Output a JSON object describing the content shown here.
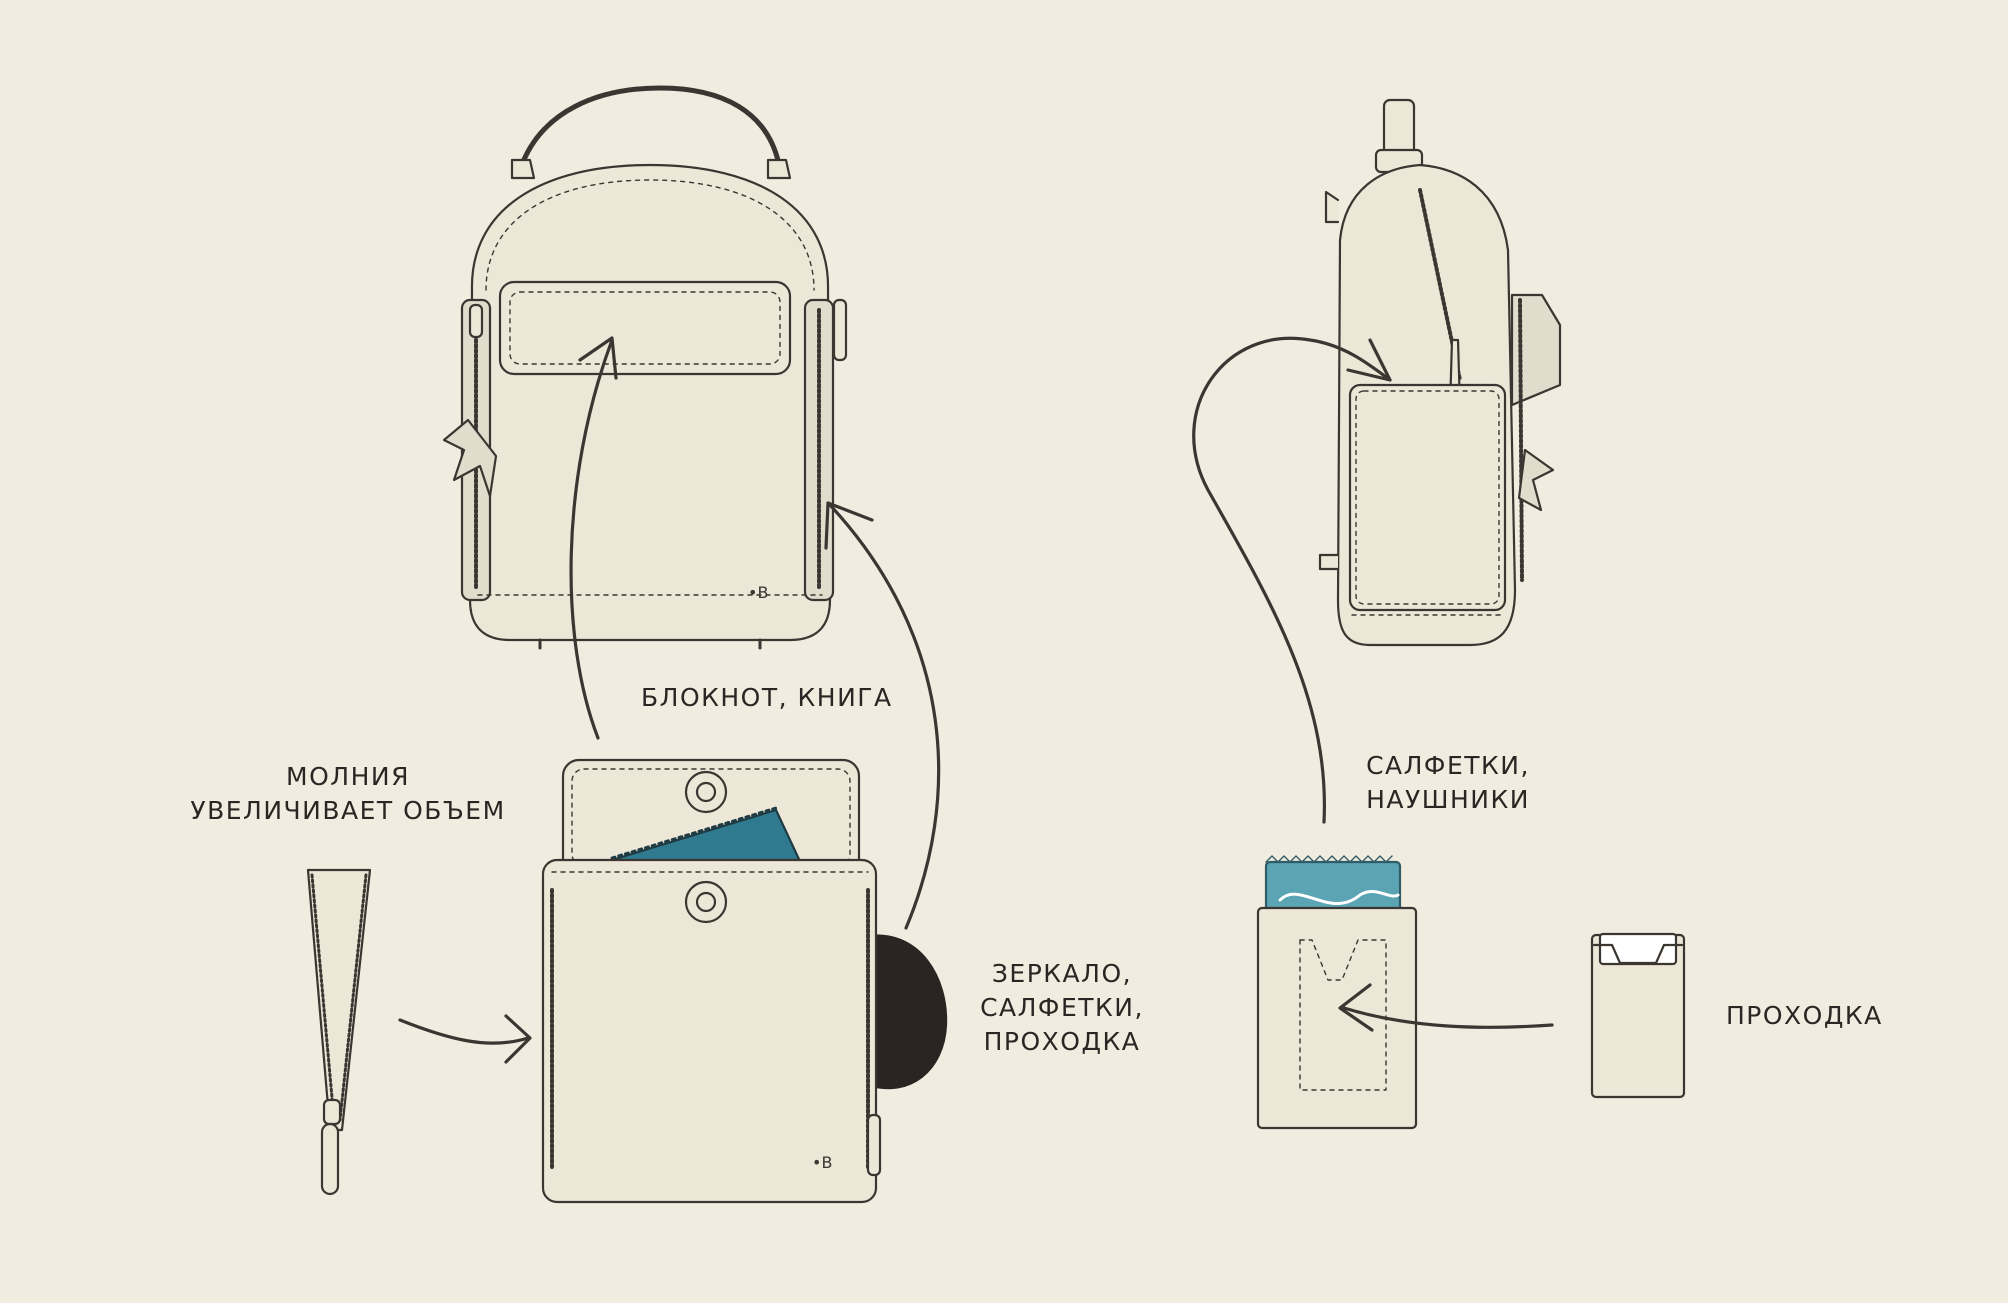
{
  "labels": {
    "notebook": [
      "БЛОКНОТ, КНИГА"
    ],
    "zipper": [
      "МОЛНИЯ",
      "УВЕЛИЧИВАЕТ ОБЪЕМ"
    ],
    "mirror": [
      "ЗЕРКАЛО,",
      "САЛФЕТКИ,",
      "ПРОХОДКА"
    ],
    "napkins": [
      "САЛФЕТКИ,",
      "НАУШНИКИ"
    ],
    "pass": [
      "ПРОХОДКА"
    ]
  },
  "logo_mark": "•B",
  "colors": {
    "background": "#f1ece0",
    "bag_fill": "#ede7d8",
    "line": "#3b3631",
    "notebook_teal": "#2f7a8e",
    "mirror_dark": "#2a2523",
    "packet_teal": "#5aa4b4"
  }
}
